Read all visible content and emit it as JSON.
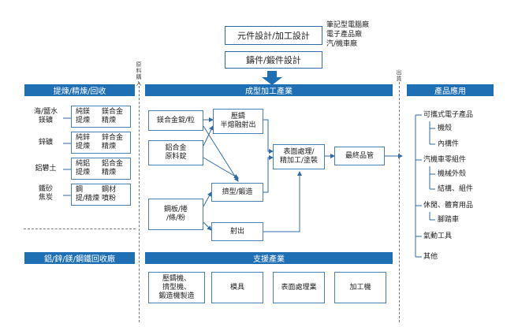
{
  "top": {
    "design": "元件設計/加工設計",
    "casting": "鑄件/鍛件設計",
    "notes": "筆記型電腦廠\n電子產品廠\n汽/機車廠"
  },
  "left": {
    "header": "提煉/精煉/回收",
    "recycle": "鋁/鋅/鎂/鋼鐵回收廠",
    "rows": [
      {
        "raw": "海/鹽水\n鎂礦",
        "proc": "純鎂\n提煉",
        "prod": "鎂合金\n精煉"
      },
      {
        "raw": "鋅礦",
        "proc": "純鋅\n提煉",
        "prod": "鋅合金\n精煉"
      },
      {
        "raw": "鋁礬土",
        "proc": "純鋁\n提煉",
        "prod": "鋁合金\n精煉"
      },
      {
        "raw": "鐵砂\n焦炭",
        "proc": "鋼\n提/精煉",
        "prod": "鋼材\n噴粉"
      }
    ]
  },
  "labels": {
    "raw_input": "原料購入",
    "output": "出貨"
  },
  "middle": {
    "header": "成型加工產業",
    "mg_ingot": "鎂合金錠/粒",
    "al_ingot": "鋁合金\n原料錠",
    "steel": "鋼板/捲\n/條/粉",
    "die_cast": "壓鑄\n半熔融射出",
    "stamp": "擠型/鍛造",
    "inject": "射出",
    "surface": "表面處理/\n精加工/塗裝",
    "final": "最終品管"
  },
  "support": {
    "header": "支援產業",
    "items": [
      "壓鑄機、\n擠型機、\n鍛造機製造",
      "模具",
      "表面處理業",
      "加工機"
    ]
  },
  "right": {
    "header": "產品應用",
    "items": [
      {
        "label": "可攜式電子產品",
        "level": 0
      },
      {
        "label": "機殼",
        "level": 1
      },
      {
        "label": "內構件",
        "level": 1
      },
      {
        "label": "汽機車零組件",
        "level": 0
      },
      {
        "label": "機械外殼",
        "level": 1
      },
      {
        "label": "結構、組件",
        "level": 1
      },
      {
        "label": "休閒、體育用品",
        "level": 0
      },
      {
        "label": "腳踏車",
        "level": 1
      },
      {
        "label": "氣動工具",
        "level": 0
      },
      {
        "label": "其他",
        "level": 0
      }
    ]
  },
  "colors": {
    "banner": "#1f6fb5",
    "line": "#2f6aa8",
    "arrow": "#1f6fb5"
  }
}
